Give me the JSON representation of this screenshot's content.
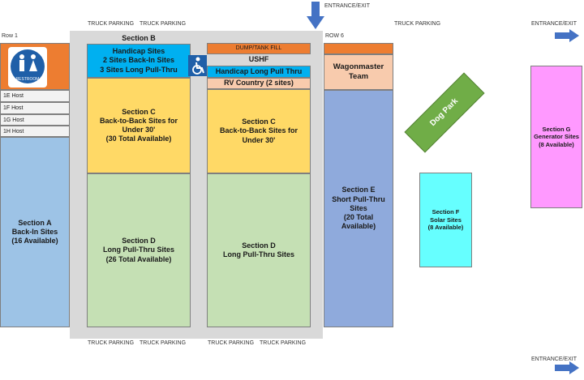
{
  "labels": {
    "truck_parking": "TRUCK PARKING",
    "entrance_exit": "ENTRANCE/EXIT",
    "row1": "Row 1",
    "row6": "ROW 6"
  },
  "restroom": {
    "text": "RESTROOM"
  },
  "hosts": [
    "1E Host",
    "1F Host",
    "1G Host",
    "1H Host"
  ],
  "section_a": {
    "title": "Section A",
    "line2": "Back-In Sites",
    "line3": "(16 Available)"
  },
  "section_b": {
    "title": "Section B",
    "line1": "Handicap Sites",
    "line2": "2 Sites Back-In Sites",
    "line3": "3 Sites Long Pull-Thru"
  },
  "section_c_left": {
    "title": "Section C",
    "line2": "Back-to-Back Sites for",
    "line3": "Under 30'",
    "line4": "(30 Total Available)"
  },
  "section_d_left": {
    "title": "Section D",
    "line2": "Long Pull-Thru Sites",
    "line3": "(26 Total Available)"
  },
  "right_column": {
    "dump": "DUMP/TANK FILL",
    "ushf": "USHF",
    "handicap": "Handicap Long Pull Thru",
    "rv": "RV Country (2 sites)"
  },
  "section_c_right": {
    "title": "Section C",
    "line2": "Back-to-Back Sites for",
    "line3": "Under 30'"
  },
  "section_d_right": {
    "title": "Section D",
    "line2": "Long Pull-Thru Sites"
  },
  "wagonmaster": {
    "line1": "Wagonmaster",
    "line2": "Team"
  },
  "section_e": {
    "title": "Section E",
    "line2": "Short Pull-Thru",
    "line3": "Sites",
    "line4": "(20 Total",
    "line5": "Available)"
  },
  "dog_park": "Dog Park",
  "section_f": {
    "title": "Section F",
    "line2": "Solar Sites",
    "line3": "(8 Available)"
  },
  "section_g": {
    "title": "Section G",
    "line2": "Generator Sites",
    "line3": "(8 Available)"
  },
  "colors": {
    "orange": "#ed7d31",
    "cyan": "#00b0f0",
    "yellow": "#ffd966",
    "green": "#c5e0b4",
    "blue": "#8faadc",
    "lightblue": "#9dc3e6",
    "peach": "#f8cbad",
    "dog": "#70ad47",
    "aqua": "#66ffff",
    "magenta": "#ff99ff",
    "gray": "#d9d9d9",
    "arrow": "#4472c4"
  }
}
